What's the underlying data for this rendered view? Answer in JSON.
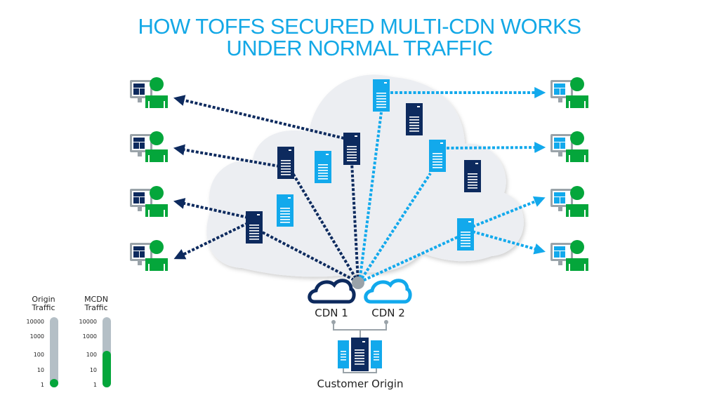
{
  "title": {
    "line1": "HOW TOFFS SECURED MULTI-CDN WORKS",
    "line2": "UNDER NORMAL TRAFFIC"
  },
  "colors": {
    "title": "#13a8e6",
    "cdn1_dark": "#0d2a5e",
    "cdn2_light": "#12a9ec",
    "user_green": "#04a63b",
    "cloud_fill": "#eceef2",
    "meter_track": "#b4bfc6",
    "hub_gray": "#9aa3a9"
  },
  "cdn_nodes": [
    {
      "label": "CDN 1",
      "icon": "cloud-outline-dark-icon"
    },
    {
      "label": "CDN 2",
      "icon": "cloud-outline-light-icon"
    }
  ],
  "origin": {
    "label": "Customer Origin",
    "icon": "server-rack-icon"
  },
  "users": {
    "left_count": 4,
    "right_count": 4,
    "left_served_by": "CDN 1",
    "right_served_by": "CDN 2"
  },
  "meters": [
    {
      "label_line1": "Origin",
      "label_line2": "Traffic",
      "ticks": [
        "10000",
        "1000",
        "100",
        "10",
        "1"
      ],
      "level_fraction": 0.12
    },
    {
      "label_line1": "MCDN",
      "label_line2": "Traffic",
      "ticks": [
        "10000",
        "1000",
        "100",
        "10",
        "1"
      ],
      "level_fraction": 0.52
    }
  ]
}
